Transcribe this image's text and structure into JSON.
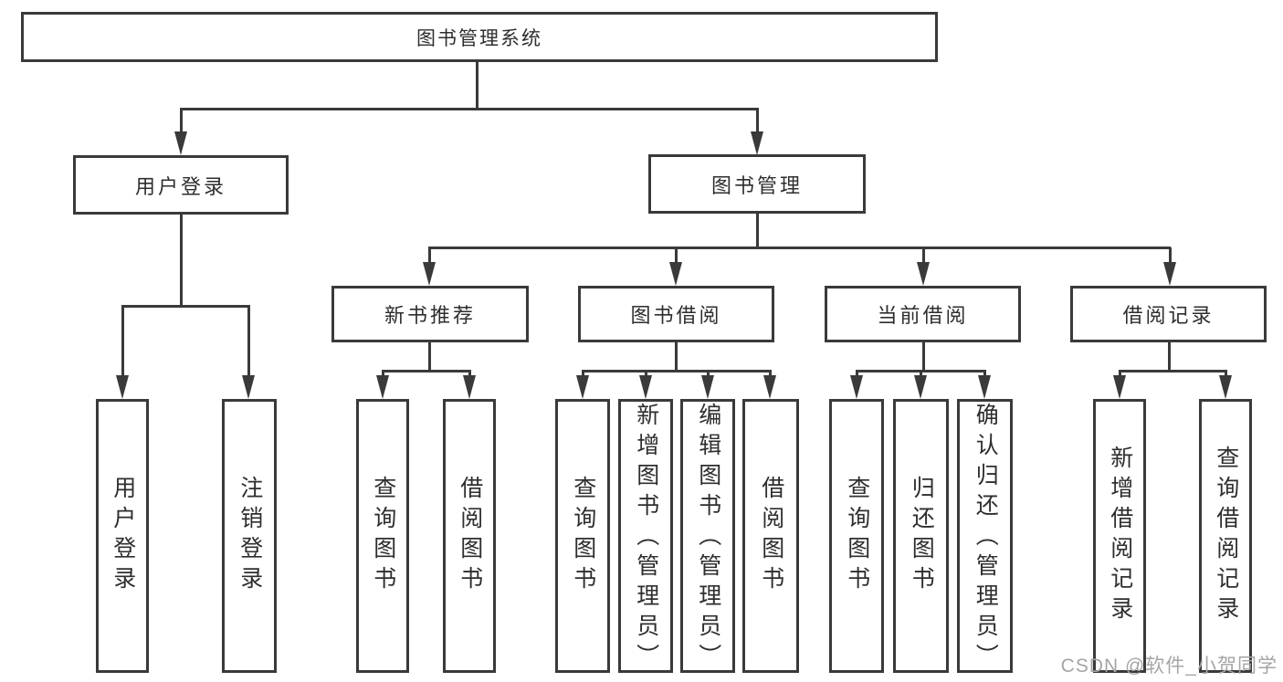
{
  "diagram": {
    "root": {
      "label": "图书管理系统"
    },
    "branches": [
      {
        "label": "用户登录",
        "children": [
          {
            "label": "用户登录"
          },
          {
            "label": "注销登录"
          }
        ]
      },
      {
        "label": "图书管理",
        "groups": [
          {
            "label": "新书推荐",
            "children": [
              {
                "label": "查询图书"
              },
              {
                "label": "借阅图书"
              }
            ]
          },
          {
            "label": "图书借阅",
            "children": [
              {
                "label": "查询图书"
              },
              {
                "label": "新增图书（管理员）"
              },
              {
                "label": "编辑图书（管理员）"
              },
              {
                "label": "借阅图书"
              }
            ]
          },
          {
            "label": "当前借阅",
            "children": [
              {
                "label": "查询图书"
              },
              {
                "label": "归还图书"
              },
              {
                "label": "确认归还（管理员）"
              }
            ]
          },
          {
            "label": "借阅记录",
            "children": [
              {
                "label": "新增借阅记录"
              },
              {
                "label": "查询借阅记录"
              }
            ]
          }
        ]
      }
    ]
  },
  "watermark": {
    "text": "CSDN @软件_小贺同学"
  },
  "colors": {
    "line": "#3a3a3a",
    "text": "#2e2e2e",
    "watermark": "#a5a5a5",
    "background": "#ffffff"
  }
}
